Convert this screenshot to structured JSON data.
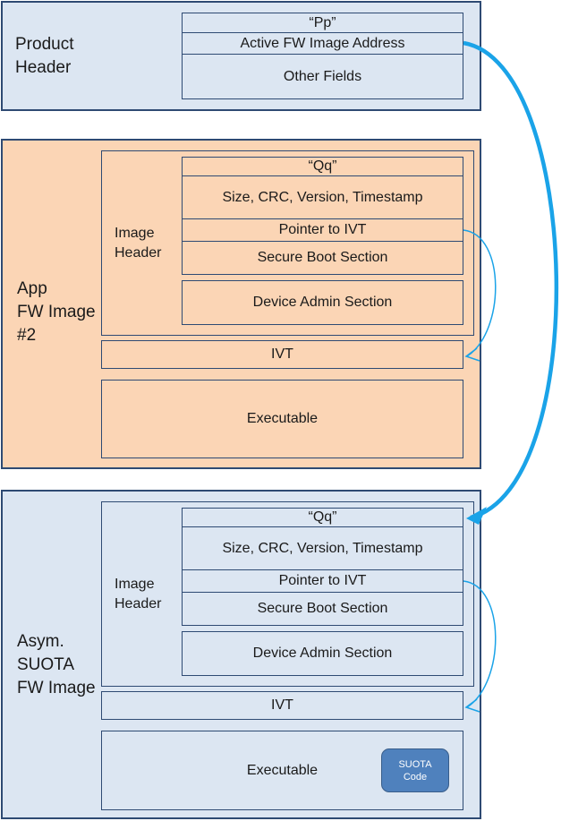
{
  "product_header": {
    "label_lines": [
      "Product",
      "Header"
    ],
    "rows": [
      "“Pp”",
      "Active FW Image Address",
      "Other Fields"
    ]
  },
  "app_image": {
    "label_lines": [
      "App",
      "FW Image",
      "#2"
    ],
    "image_header_lines": [
      "Image",
      "Header"
    ],
    "rows": [
      "“Qq”",
      "Size, CRC, Version, Timestamp",
      "Pointer to IVT",
      "Secure Boot Section",
      "Device Admin Section"
    ],
    "ivt": "IVT",
    "executable": "Executable"
  },
  "suota_image": {
    "label_lines": [
      "Asym.",
      "SUOTA",
      "FW Image"
    ],
    "image_header_lines": [
      "Image",
      "Header"
    ],
    "rows": [
      "“Qq”",
      "Size, CRC, Version, Timestamp",
      "Pointer to IVT",
      "Secure Boot Section",
      "Device Admin Section"
    ],
    "ivt": "IVT",
    "executable": "Executable",
    "suota_code_lines": [
      "SUOTA",
      "Code"
    ]
  },
  "colors": {
    "blue_fill": "#dce6f2",
    "orange_fill": "#fbd5b5",
    "border": "#2e4a73",
    "arrow": "#1aa3e8",
    "suota_badge": "#4f81bd"
  }
}
